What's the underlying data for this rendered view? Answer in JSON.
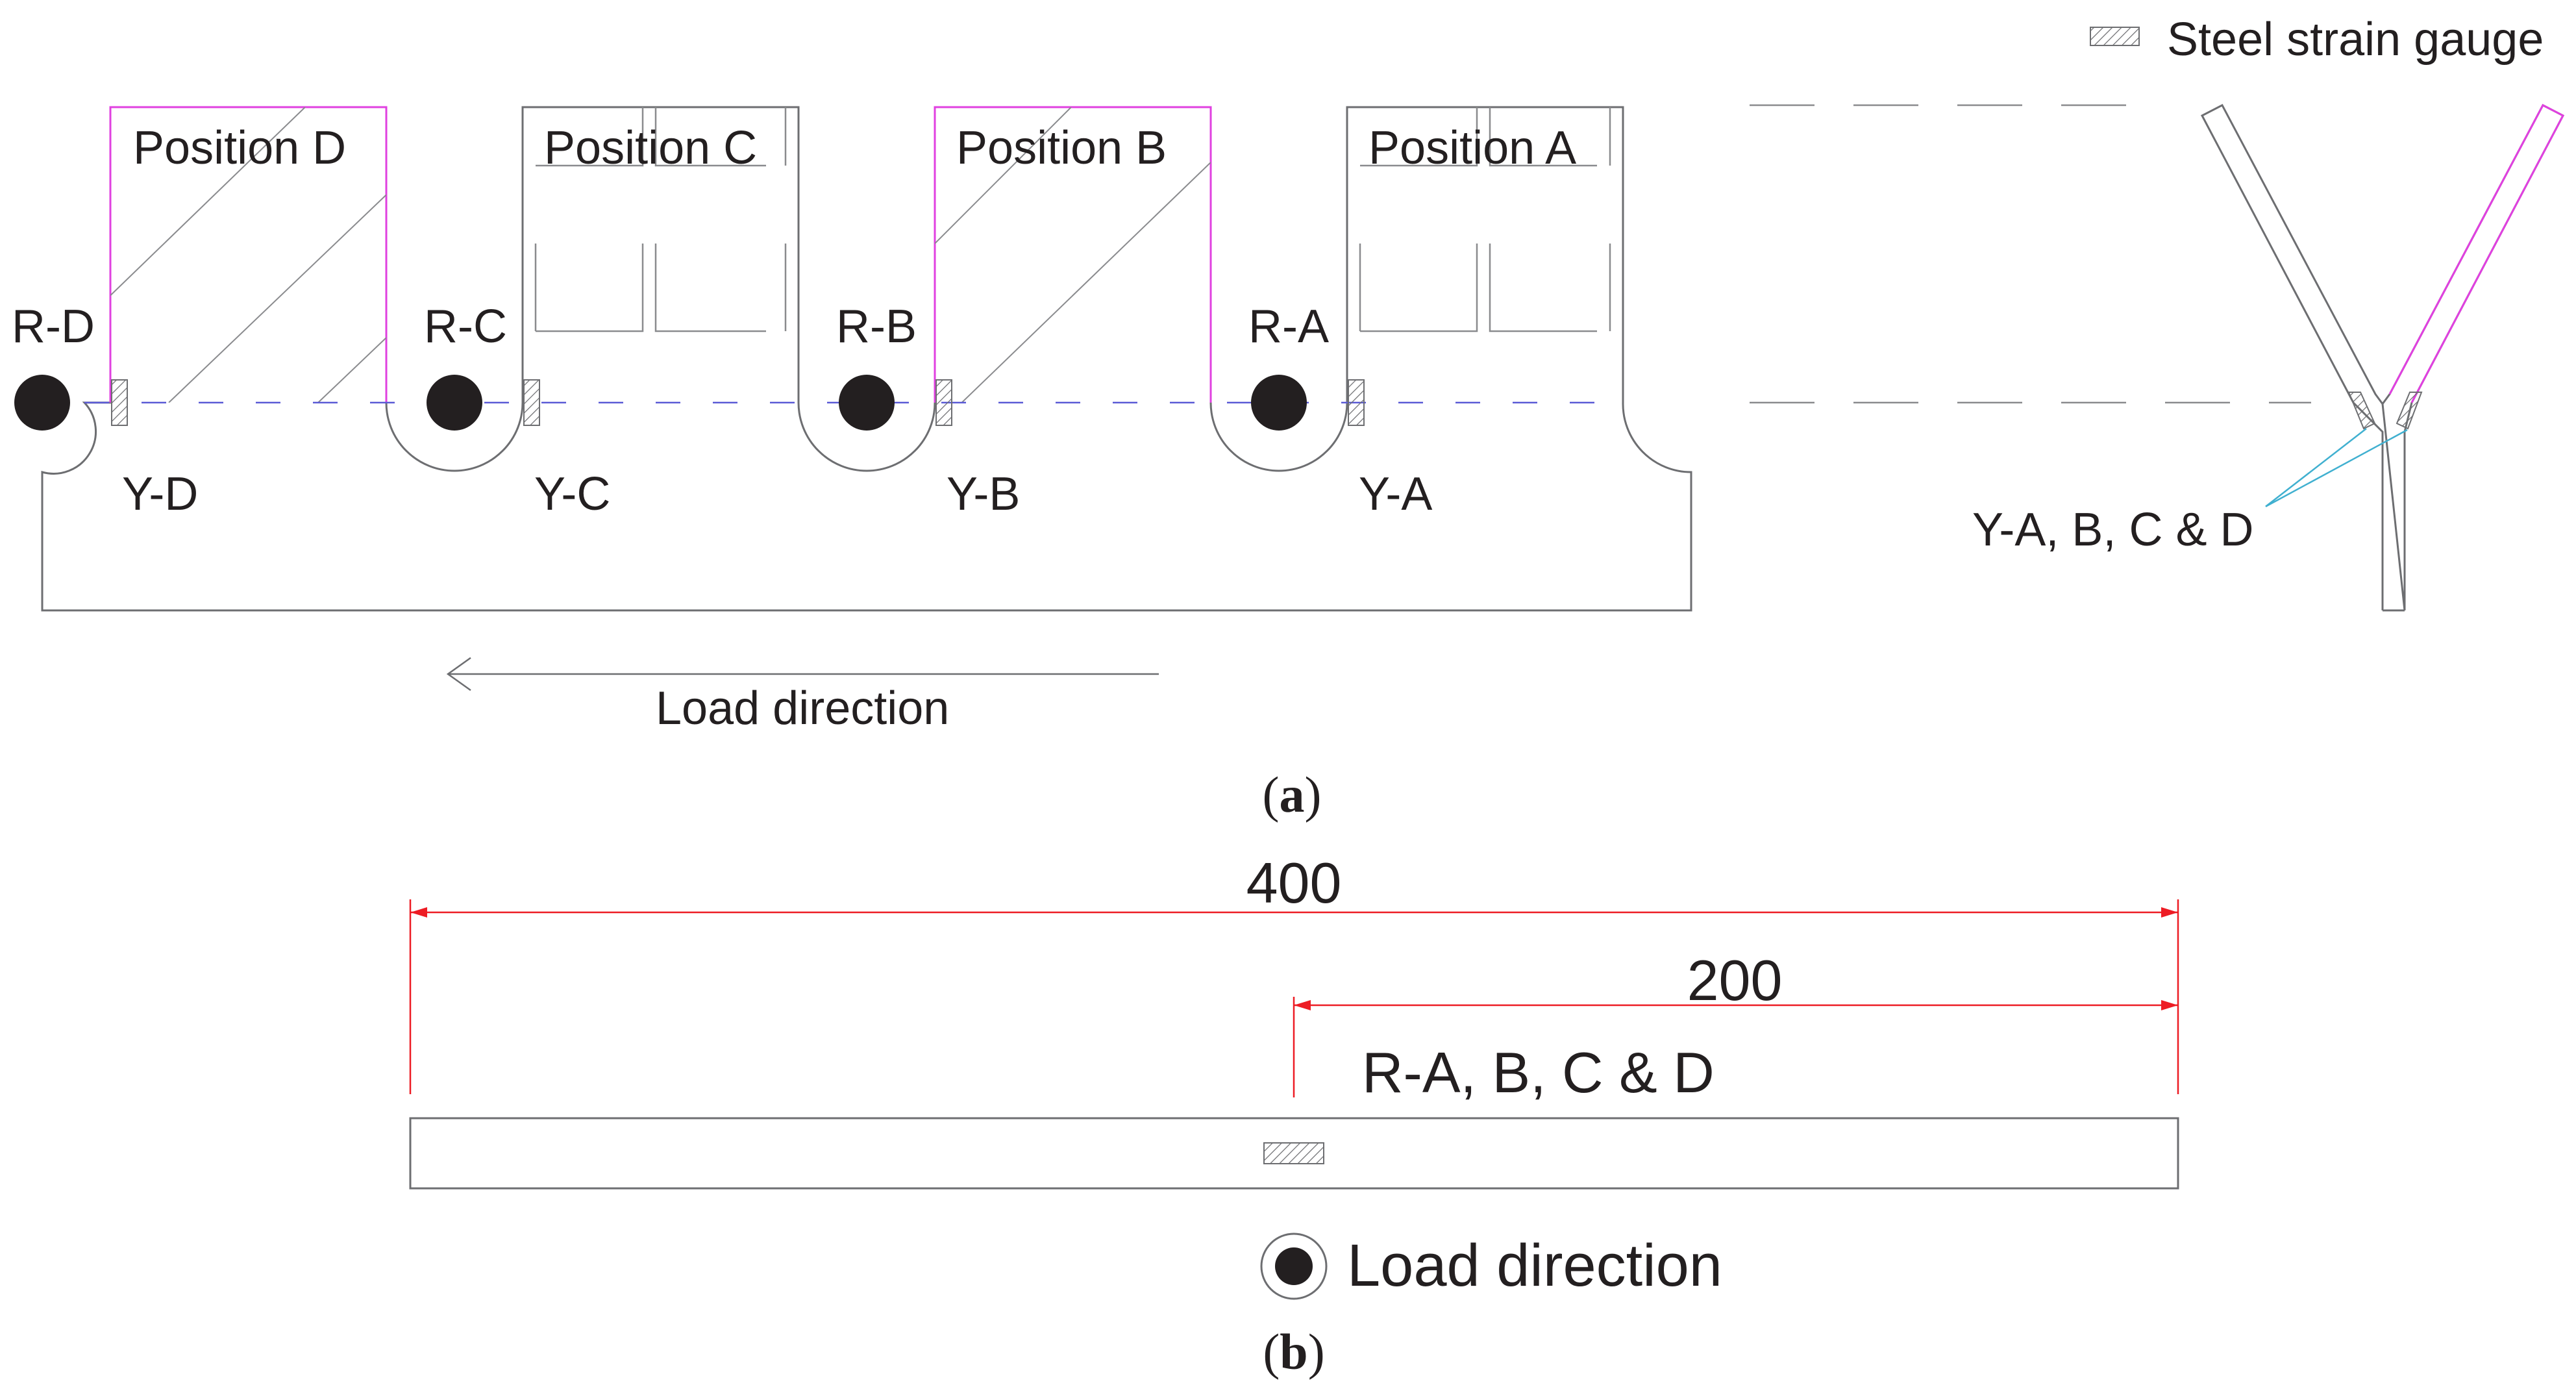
{
  "legend": {
    "gauge_label": "Steel strain gauge"
  },
  "panel_a": {
    "positions": [
      "Position D",
      "Position C",
      "Position B",
      "Position A"
    ],
    "bolt_labels": [
      "R-D",
      "R-C",
      "R-B",
      "R-A"
    ],
    "gauge_labels": [
      "Y-D",
      "Y-C",
      "Y-B",
      "Y-A"
    ],
    "side_gauge_label": "Y-A, B, C & D",
    "load_direction": "Load direction",
    "caption_open": "(",
    "caption_letter": "a",
    "caption_close": ")"
  },
  "panel_b": {
    "dim_total": "400",
    "dim_half": "200",
    "gauge_label": "R-A, B, C & D",
    "load_direction": "Load direction",
    "caption_open": "(",
    "caption_letter": "b",
    "caption_close": ")"
  },
  "colors": {
    "outline": "#6d6e71",
    "magenta": "#e040e0",
    "blue": "#5b5bd6",
    "red": "#ed1c24",
    "cyan": "#40b0d0",
    "bolt": "#231f20"
  }
}
